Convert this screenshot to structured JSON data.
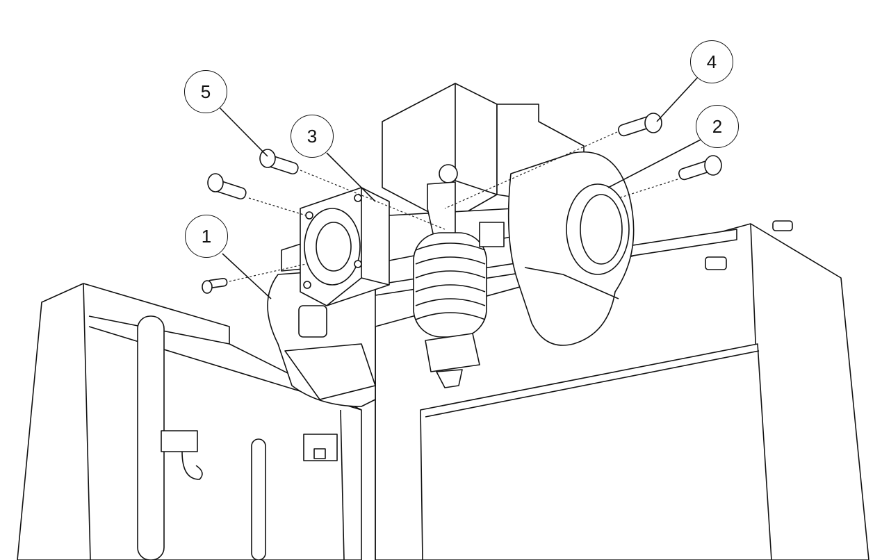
{
  "diagram": {
    "type": "exploded assembly drawing",
    "callouts": [
      {
        "label": "1"
      },
      {
        "label": "2"
      },
      {
        "label": "3"
      },
      {
        "label": "4"
      },
      {
        "label": "5"
      }
    ]
  }
}
